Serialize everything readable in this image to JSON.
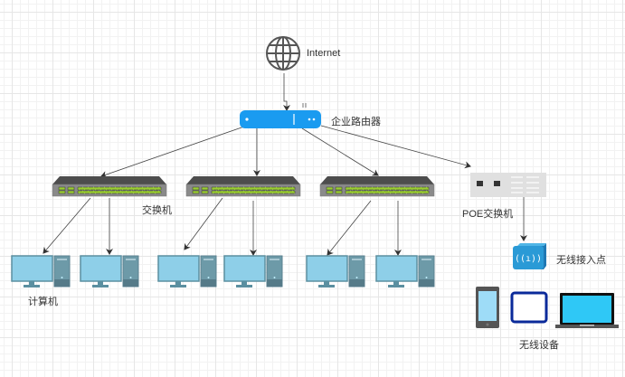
{
  "diagram": {
    "internet": {
      "label": "Internet",
      "icon": "globe-icon"
    },
    "router": {
      "label": "企业路由器",
      "icon": "router-icon",
      "color": "#1a9bf0"
    },
    "switch_label": "交换机",
    "poe_switch": {
      "label": "POE交换机",
      "icon": "poe-switch-icon"
    },
    "access_point": {
      "label": "无线接入点",
      "icon": "wireless-access-point-icon",
      "color": "#2a9ad6"
    },
    "computers_label": "计算机",
    "wireless_devices": {
      "label": "无线设备",
      "items": [
        {
          "name": "smartphone",
          "icon": "smartphone-icon"
        },
        {
          "name": "tablet",
          "icon": "tablet-icon"
        },
        {
          "name": "laptop",
          "icon": "laptop-icon"
        }
      ]
    },
    "switches": [
      {
        "name": "switch-1",
        "icon": "network-switch-icon"
      },
      {
        "name": "switch-2",
        "icon": "network-switch-icon"
      },
      {
        "name": "switch-3",
        "icon": "network-switch-icon"
      }
    ],
    "computers": [
      {
        "name": "computer-1"
      },
      {
        "name": "computer-2"
      },
      {
        "name": "computer-3"
      },
      {
        "name": "computer-4"
      },
      {
        "name": "computer-5"
      },
      {
        "name": "computer-6"
      }
    ],
    "connections": [
      [
        "internet",
        "router"
      ],
      [
        "router",
        "switch-1"
      ],
      [
        "router",
        "switch-2"
      ],
      [
        "router",
        "switch-3"
      ],
      [
        "router",
        "poe-switch"
      ],
      [
        "switch-1",
        "computer-1"
      ],
      [
        "switch-1",
        "computer-2"
      ],
      [
        "switch-2",
        "computer-3"
      ],
      [
        "switch-2",
        "computer-4"
      ],
      [
        "switch-3",
        "computer-5"
      ],
      [
        "switch-3",
        "computer-6"
      ],
      [
        "poe-switch",
        "access-point"
      ]
    ]
  }
}
